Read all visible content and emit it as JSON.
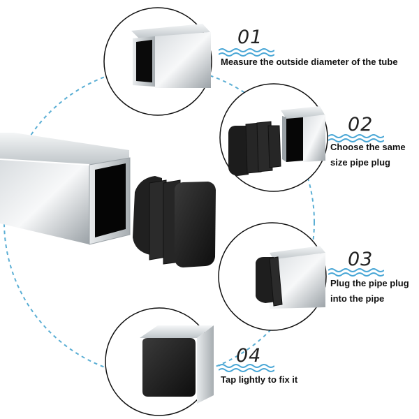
{
  "steps": [
    {
      "number": "01",
      "text_lines": [
        "Measure the outside diameter of the tube"
      ]
    },
    {
      "number": "02",
      "text_lines": [
        "Choose the same",
        "size pipe plug"
      ]
    },
    {
      "number": "03",
      "text_lines": [
        "Plug the pipe plug",
        "into the pipe"
      ]
    },
    {
      "number": "04",
      "text_lines": [
        "Tap lightly to fix it"
      ]
    }
  ],
  "colors": {
    "dashed_ring": "#5aaed4",
    "wave": "#4aa7d6",
    "circle_border": "#111111",
    "plug": "#1d1d1d",
    "metal_light": "#eef1f3",
    "metal_mid": "#c9ced2",
    "metal_dark": "#8f969b"
  }
}
